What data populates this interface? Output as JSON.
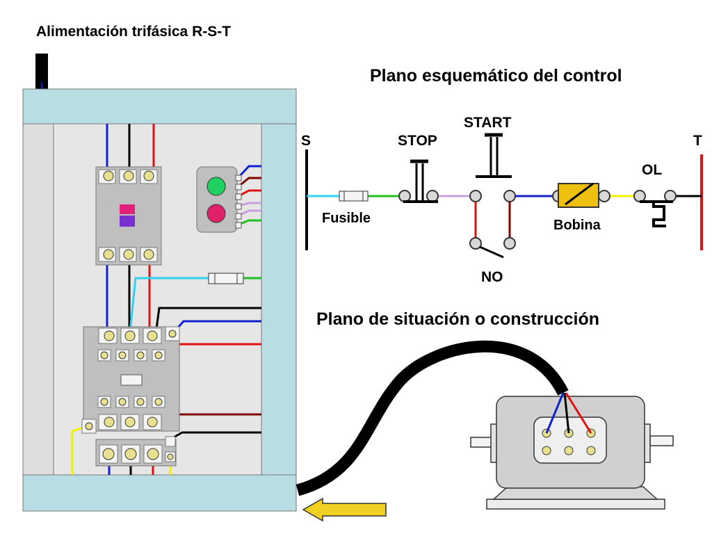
{
  "labels": {
    "supply": "Alimentación trifásica R-S-T",
    "schematic_title": "Plano esquemático del control",
    "layout_title": "Plano de situación o construcción",
    "phase_s": "S",
    "phase_t": "T",
    "stop": "STOP",
    "start": "START",
    "fuse": "Fusible",
    "contact_no": "NO",
    "coil": "Bobina",
    "overload": "OL"
  },
  "colors": {
    "panel_frame": "#b8dde3",
    "panel_inner": "#e4e4e4",
    "device_grey": "#bfbfbf",
    "wire_blue": "#1020d0",
    "wire_black": "#000000",
    "wire_red": "#e01010",
    "wire_darkred": "#800000",
    "wire_cyan": "#30d0f0",
    "wire_green": "#20c020",
    "wire_violet": "#c8a0e0",
    "wire_yellow": "#f0f000",
    "pilot_green": "#20d060",
    "pilot_red": "#e0206a",
    "coil_fill": "#f0c010",
    "arrow_fill": "#f0d020"
  },
  "icons": [
    "arrow-left-icon",
    "pilot-light-icon",
    "fuse-icon",
    "motor-icon"
  ]
}
